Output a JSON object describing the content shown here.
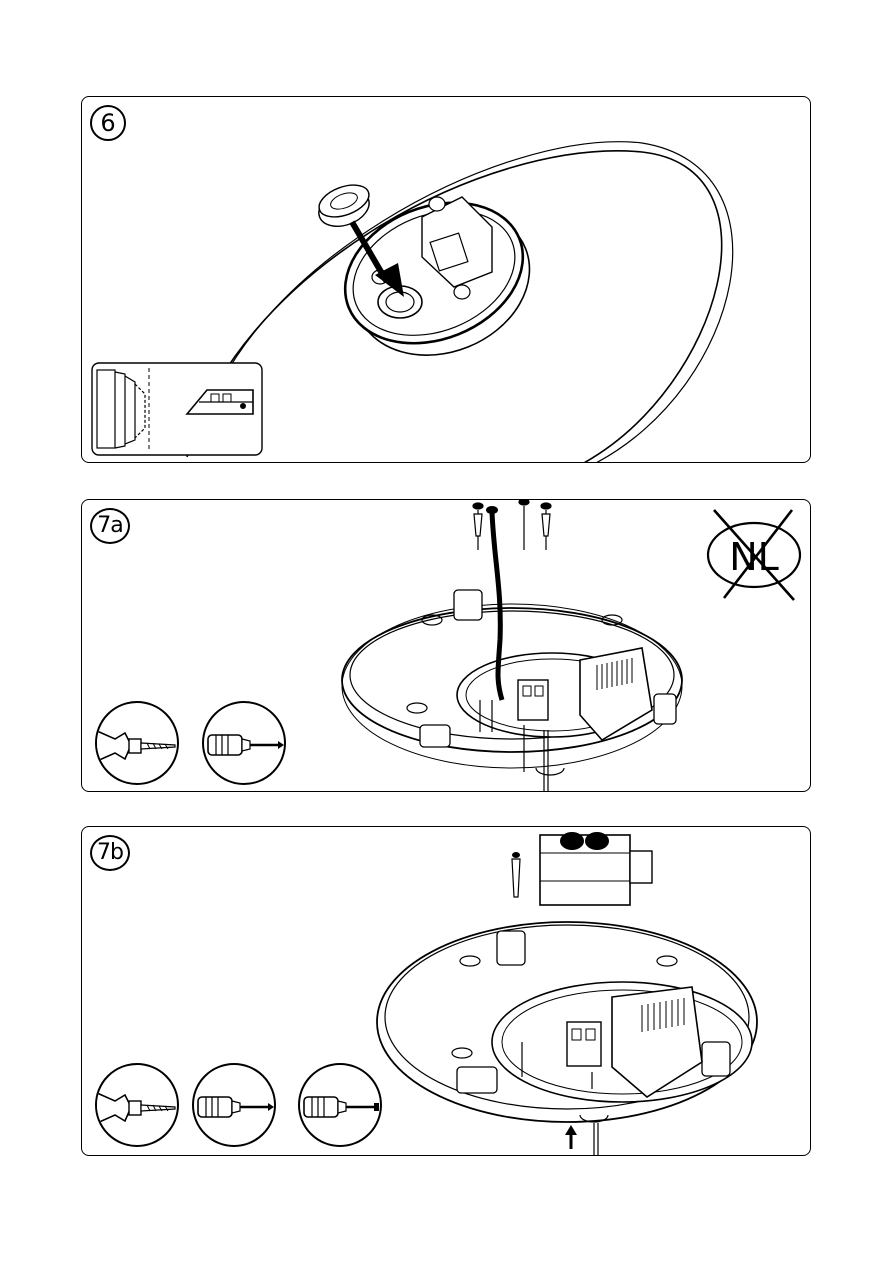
{
  "steps": {
    "step6": {
      "label": "6"
    },
    "step7a": {
      "label": "7a"
    },
    "step7b": {
      "label": "7b"
    }
  },
  "markers": {
    "country_restriction": "NL"
  },
  "icons": {
    "hand_drill": "hand-drill-icon",
    "phillips_screwdriver": "phillips-screwdriver-icon",
    "flat_screwdriver": "flat-screwdriver-icon",
    "cutter": "utility-knife-icon"
  }
}
